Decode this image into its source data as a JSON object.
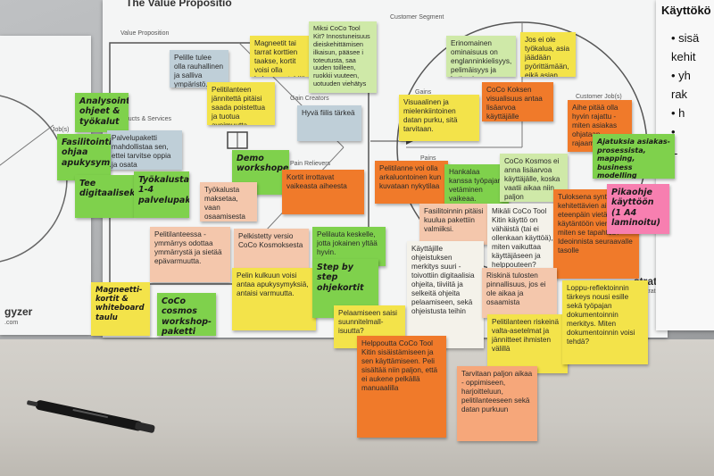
{
  "headings": {
    "poster_title": "The Value Propositio",
    "right_title": "Käyttökö",
    "value_proposition": "Value Proposition",
    "customer_segment": "Customer Segment",
    "gain_creators": "Gain Creators",
    "pain_relievers": "Pain Relievers",
    "products_services": "Products & Services",
    "gains": "Gains",
    "pains": "Pains",
    "customer_jobs": "Customer Job(s)",
    "left_jobs": "Job(s)",
    "brand_main": "strategyzer",
    "brand_main_sub": "strategyzer.com",
    "brand_left": "gyzer",
    "brand_left_sub": ".com"
  },
  "right_text": {
    "lines": [
      "• sisä",
      "kehit",
      "• yh",
      "rak",
      "• h",
      "•",
      "L"
    ]
  },
  "notes": {
    "n01": "Pelille tulee olla rauhallinen ja salliva ympäristö.",
    "n02": "Magneetit tai tarrat korttien taakse, kortit voisi olla kokonaan tyhjiä",
    "n03": "Miksi CoCo Tool Kit? Innostuneisuus dieiskehittämisen ilkaisun, pääsee i toteutusta, saa uuden toilleen, ruokkii vuuteen, uotuuden viehätys",
    "n04": "Erinomainen ominaisuus on englanninkielisyys, pelimäisyys ja kotimaisuus",
    "n05": "Jos ei ole työkalua, asia jäädään pyörittämään, eikä asian kaiittelemien",
    "n06": "Pelitilanteen jännitettä pitäisi saada poistettua ja tuotua avoimuutta",
    "n07": "Hyvä fiilis tärkeä",
    "n08": "CoCo Koksen visualisuus antaa lisäarvoa käyttäjälle",
    "n09": "Visuaalinen ja mielenkiintoinen datan purku, sitä tarvitaan.",
    "n10": "Aihe pitää olla hyvin rajattu - miten asiakas ohjataan rajaamaan?",
    "n11": "Analysointiin ohjeet & työkalut",
    "n12": "Palvelupaketti mahdollistaa sen, ettei tarvitse oppia ja osata",
    "n13": "Fasilitointi ohjaa apukysymyksiä",
    "n14": "Demo workshopeja",
    "n15": "Tee digitaaliseksi",
    "n16": "Työkalusta 1-4 palvelupaketti",
    "n17": "Työkalusta maksetaa, vaan osaamisesta",
    "n18": "Kortit irrottavat vaikeasta aiheesta",
    "n19": "Pelitilanne voi olla arkaluontoinen kun kuvataan nykytilaa",
    "n20": "Hankalaa kanssa työpajan vetäminen vaikeaa.",
    "n21": "CoCo Kosmos ei anna lisäarvoa käyttäjälle, koska vaatii aikaa niin paljon",
    "n22": "Ajatuksia asiakas-prosessista, mapping, business modelling",
    "n23": "Fasilitoinnin pitäisi kuulua pakettiin valmiiksi.",
    "n24": "Mikäli CoCo Tool Kitin käyttö on vähäistä (tai ei ollenkaan käyttöä), miten vaikuttaa käyttäjäseen ja helppouteen?",
    "n25": "Tuloksena syntyneiden kehitettävien aiheiden eteenpäin vietävyys ja käytäntöön vieminen - miten se tapahtuu? Ideoinnista seuraavalle tasolle",
    "n26": "Pikaohje käyttöön (1 A4 laminoitu)",
    "n27": "Pelitilanteessa - ymmärrys odottaa ymmärrystä ja sietää epävarmuutta.",
    "n28": "Pelkistetty versio CoCo Kosmoksesta",
    "n29": "Pelilauta keskelle, jotta jokainen yltää hyvin.",
    "n30": "Käyttäjille ohjeistuksen merkitys suuri - toivottiin digitaalisia ohjeita, tiiviitä ja selkeitä ohjeita pelaamiseen, sekä ohjeistusta teihin",
    "n31": "Riskinä tulosten pinnallisuus, jos ei ole aikaa ja osaamista",
    "n32": "Magneetti-kortit & whiteboard taulu",
    "n33": "CoCo cosmos workshop-paketti",
    "n34": "Pelin kulkuun voisi antaa apukysymyksiä, antaisi varmuutta.",
    "n35": "Step by step ohjekortit",
    "n36": "Pelaamiseen saisi suunnitelmall-isuutta?",
    "n37": "Pelitilanteen riskeinä valta-asetelmat ja jännitteet ihmisten välillä",
    "n38": "Loppu-reflektoinnin tärkeys nousi esille sekä työpajan dokumentoinnin merkitys. Miten dokumentoinnin voisi tehdä?",
    "n39": "Helppoutta CoCo Tool Kitin sisäistämiseen ja sen käyttämiseen. Peli sisältää niin paljon, että ei aukene pelkällä manuaalilla",
    "n40": "Tarvitaan paljon aikaa - oppimiseen, harjoitteluun, pelitilanteeseen sekä datan purkuun"
  }
}
